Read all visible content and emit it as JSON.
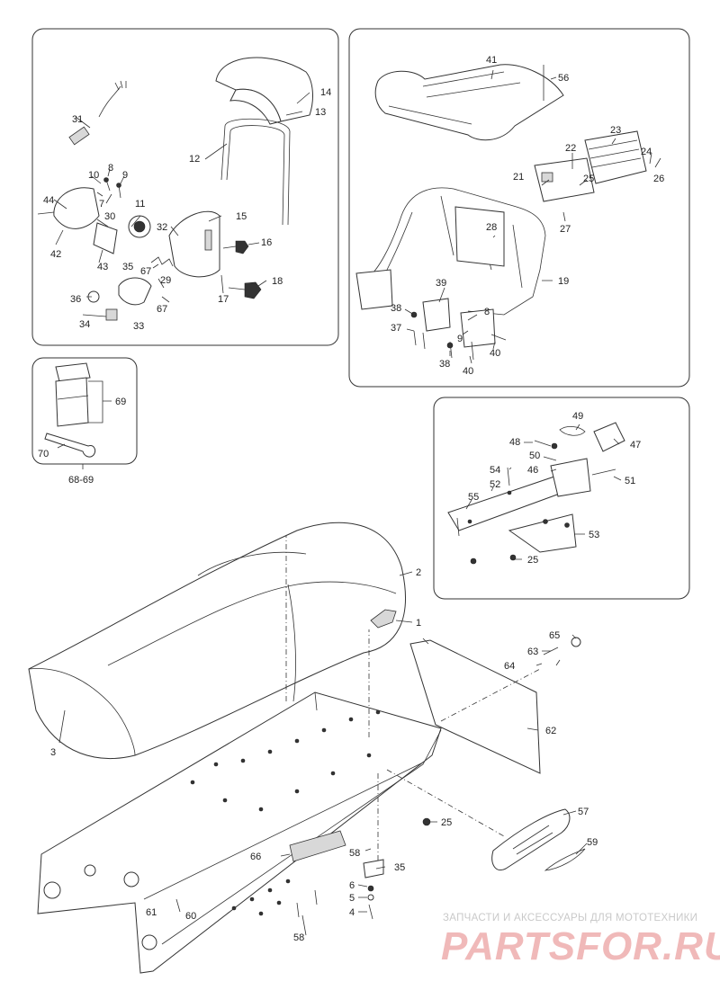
{
  "diagram": {
    "callouts": {
      "c1": "1",
      "c2": "2",
      "c3": "3",
      "c4": "4",
      "c5": "5",
      "c6": "6",
      "c7": "7",
      "c8": "8",
      "c9": "9",
      "c10": "10",
      "c11": "11",
      "c12": "12",
      "c13": "13",
      "c14": "14",
      "c15": "15",
      "c16": "16",
      "c17": "17",
      "c18": "18",
      "c21": "21",
      "c22": "22",
      "c23": "23",
      "c24": "24",
      "c25a": "25",
      "c26": "26",
      "c27": "27",
      "c28": "28",
      "c29": "29",
      "c30": "30",
      "c31": "31",
      "c32": "32",
      "c33": "33",
      "c34": "34",
      "c35a": "35",
      "c36": "36",
      "c37": "37",
      "c38a": "38",
      "c38b": "38",
      "c39": "39",
      "c40a": "40",
      "c40b": "40",
      "c41": "41",
      "c42": "42",
      "c43": "43",
      "c44": "44",
      "c8b": "8",
      "c9b": "9",
      "c19": "19",
      "c56": "56",
      "c67a": "67",
      "c67b": "67",
      "c69": "69",
      "c70": "70",
      "c6869": "68-69",
      "c46": "46",
      "c47": "47",
      "c48": "48",
      "c49": "49",
      "c50": "50",
      "c51": "51",
      "c52": "52",
      "c53": "53",
      "c54": "54",
      "c55": "55",
      "c25b": "25",
      "c57": "57",
      "c58a": "58",
      "c58b": "58",
      "c59": "59",
      "c60": "60",
      "c61": "61",
      "c62": "62",
      "c63": "63",
      "c64": "64",
      "c65": "65",
      "c66": "66",
      "c35b": "35",
      "c25c": "25"
    }
  },
  "watermark": {
    "tagline": "ЗАПЧАСТИ И АКСЕССУАРЫ ДЛЯ МОТОТЕХНИКИ",
    "logo": "PARTSFOR.RU"
  }
}
